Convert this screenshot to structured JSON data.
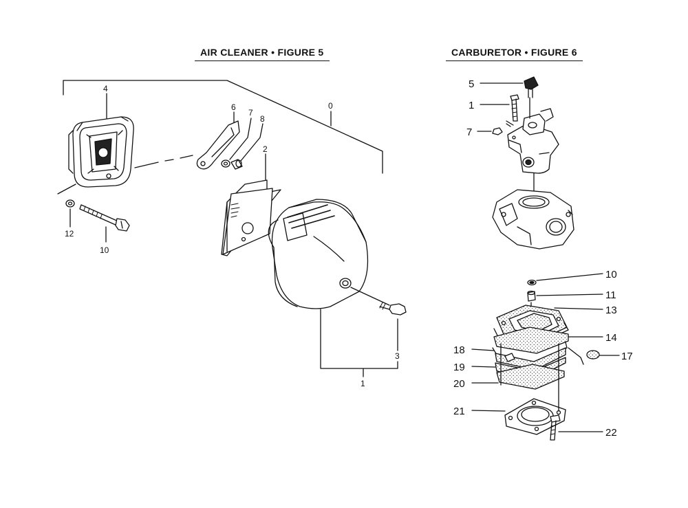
{
  "figure5": {
    "title": "AIR CLEANER  •  FIGURE 5",
    "callouts": {
      "c0": "0",
      "c1": "1",
      "c2": "2",
      "c3": "3",
      "c4": "4",
      "c6": "6",
      "c7": "7",
      "c8": "8",
      "c10": "10",
      "c12": "12"
    }
  },
  "figure6": {
    "title": "CARBURETOR  •  FIGURE 6",
    "callouts": {
      "c1": "1",
      "c5": "5",
      "c7": "7",
      "c10": "10",
      "c11": "11",
      "c13": "13",
      "c14": "14",
      "c17": "17",
      "c18": "18",
      "c19": "19",
      "c20": "20",
      "c21": "21",
      "c22": "22"
    }
  }
}
